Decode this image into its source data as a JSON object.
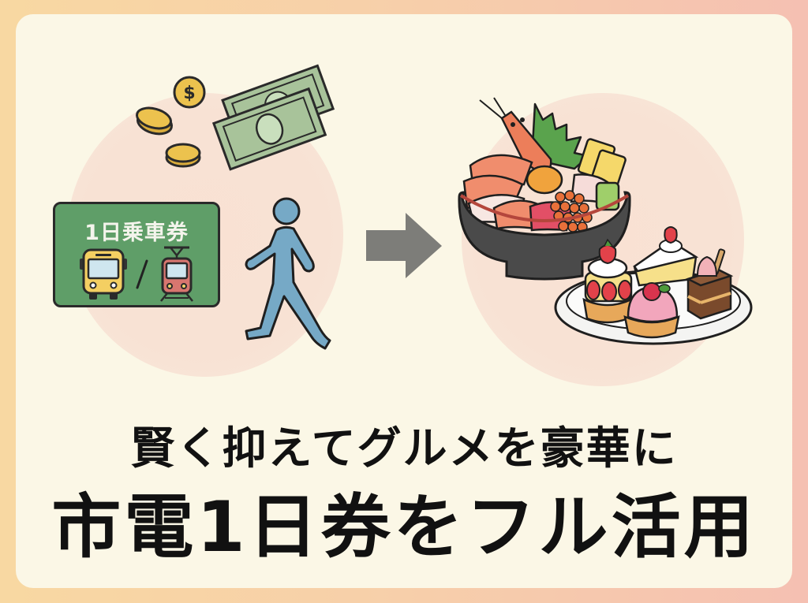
{
  "colors": {
    "frame_left": "#f8d8a2",
    "frame_right": "#f5c0b2",
    "card_bg": "#fbf7e6",
    "circle_bg": "#f9e1d3",
    "ticket_green": "#5f9e68",
    "ticket_text": "#f4f4ec",
    "bus_yellow": "#f4cf62",
    "tram_red": "#d8766f",
    "walker_blue": "#76a9c6",
    "arrow_gray": "#7d7d79",
    "coin_gold": "#ecc24e",
    "bill_green": "#a8c39a",
    "bowl_dark": "#4a4a4a",
    "headline_text": "#111111"
  },
  "left_panel": {
    "ticket": {
      "label": "1日乗車券",
      "separator": "/",
      "icons": [
        "bus-icon",
        "tram-icon"
      ]
    },
    "money_icons": [
      "coin-dollar-icon",
      "coin-stack-icon",
      "coin-stack-icon",
      "banknotes-icon"
    ],
    "person_icon": "walking-person-icon"
  },
  "arrow_icon": "arrow-right-icon",
  "right_panel": {
    "food_icons": [
      "kaisendon-bowl-icon",
      "dessert-plate-icon"
    ]
  },
  "headline": {
    "subtitle": "賢く抑えてグルメを豪華に",
    "title": "市電1日券をフル活用"
  }
}
